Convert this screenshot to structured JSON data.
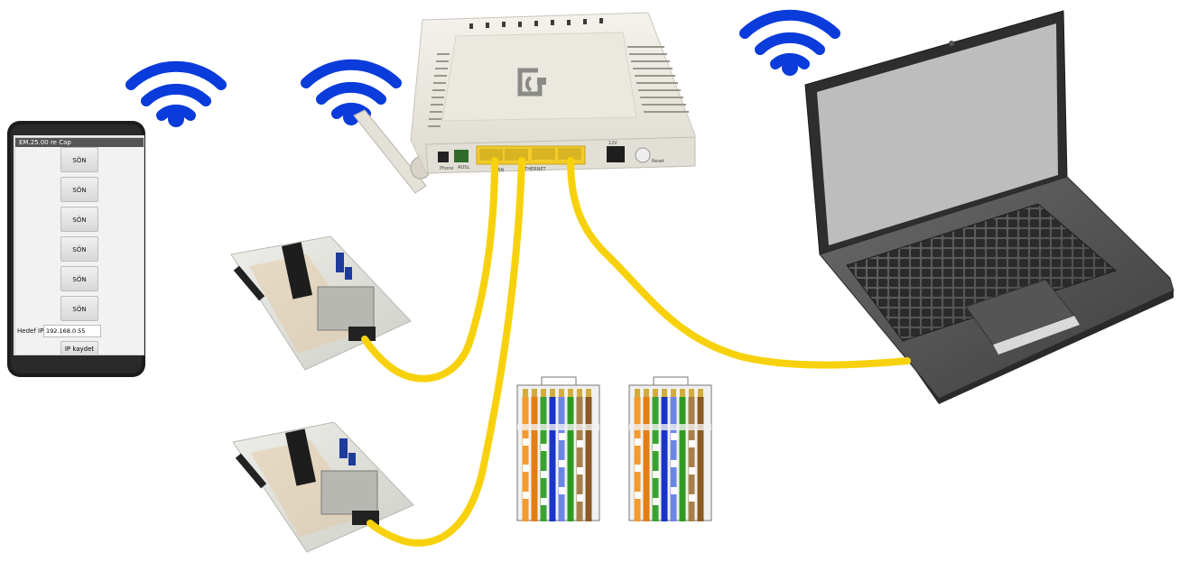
{
  "phone": {
    "title": "EM.25.00 re Cap",
    "off_buttons": [
      "SÖN",
      "SÖN",
      "SÖN",
      "SÖN",
      "SÖN",
      "SÖN"
    ],
    "target_ip_label": "Hedef IP:",
    "target_ip_value": "192.168.0.55",
    "save_ip_button": "IP kaydet"
  },
  "router": {
    "port_labels": {
      "phone": "Phone",
      "adsl": "ADSL",
      "lan": "LAN",
      "ethernet": "ETHERNET",
      "power": "12V",
      "reset": "Reset"
    }
  },
  "colors": {
    "wifi": "#0a3bdb",
    "cable": "#f7d20c",
    "router_body": "#ece9e1",
    "port_yellow": "#f3cc2b",
    "laptop_screen": "#bdbdbd",
    "laptop_body": "#3a3a3a"
  },
  "icons": [
    "wifi-icon",
    "router-logo-icon"
  ],
  "connectors": {
    "count": 2,
    "wire_colors": [
      "orange-white",
      "orange",
      "green-white",
      "blue",
      "blue-white",
      "green",
      "brown-white",
      "brown"
    ]
  }
}
